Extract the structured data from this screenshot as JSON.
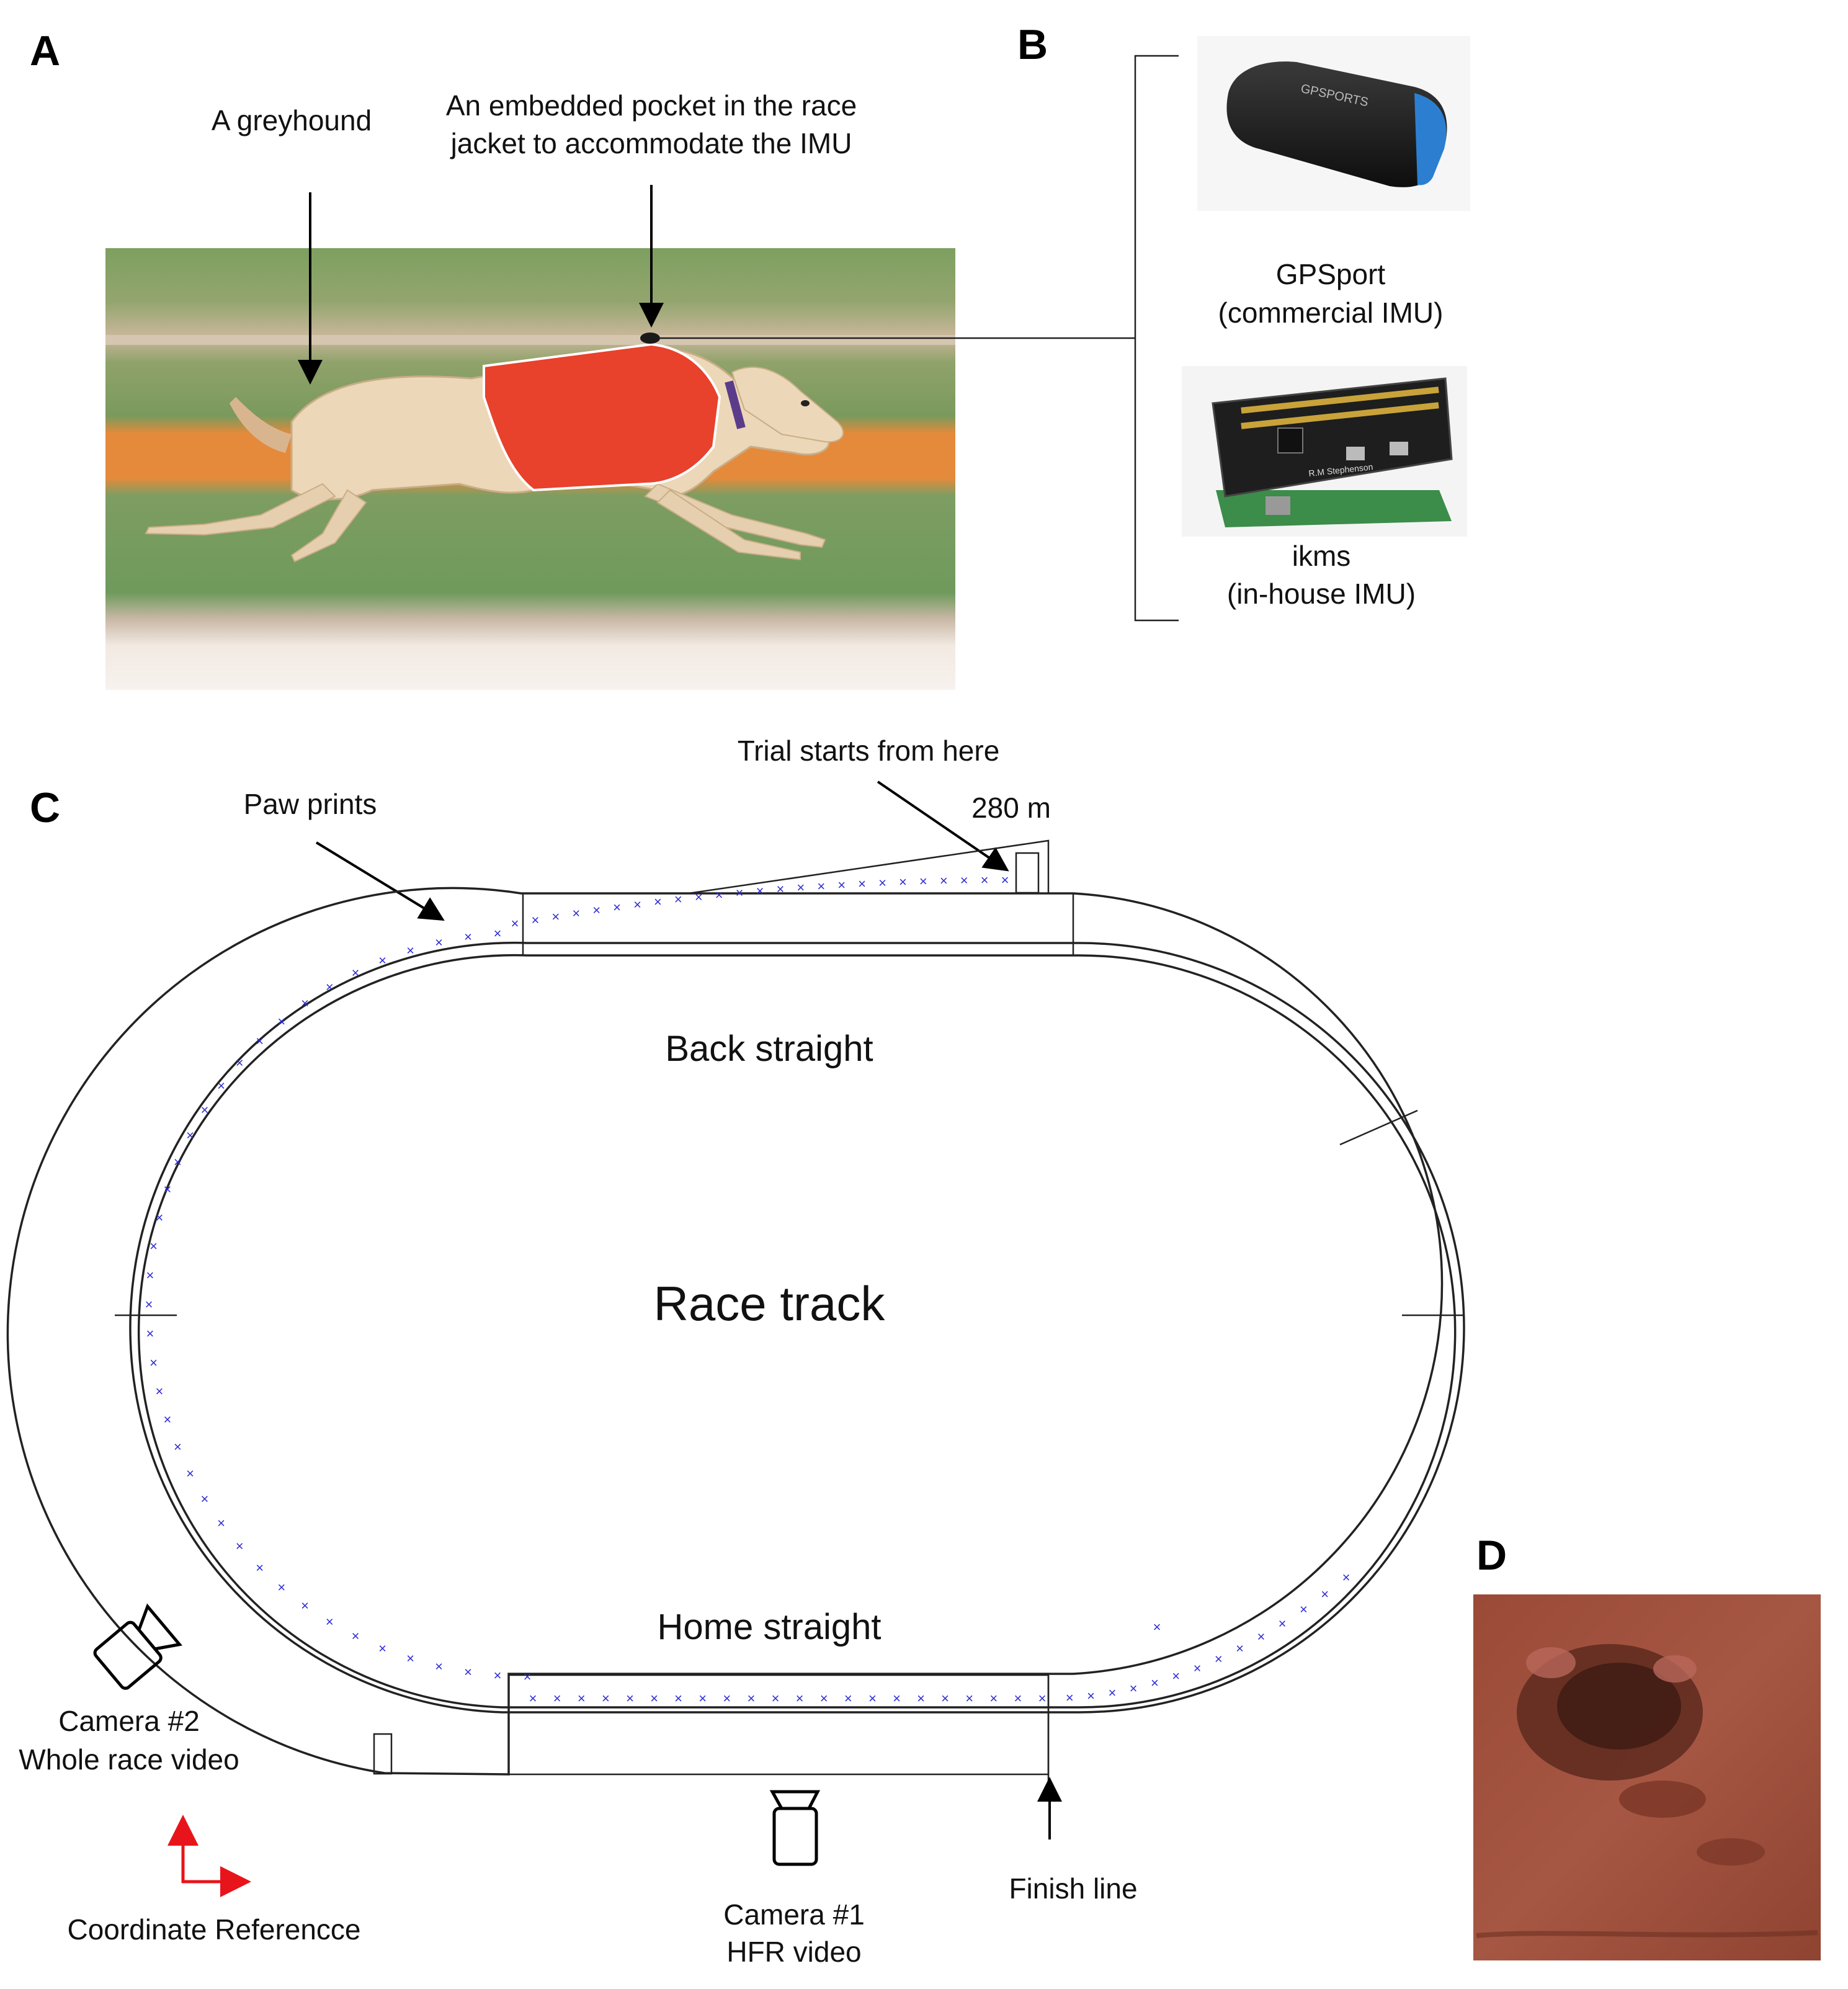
{
  "panels": {
    "a": {
      "letter": "A"
    },
    "b": {
      "letter": "B"
    },
    "c": {
      "letter": "C"
    },
    "d": {
      "letter": "D"
    }
  },
  "panel_a": {
    "greyhound_label": "A greyhound",
    "pocket_label_line1": "An embedded pocket in the race",
    "pocket_label_line2": "jacket to accommodate the IMU",
    "jacket_color": "#e8412c",
    "turf_color": "#6f9a5c",
    "rail_color": "#e07a2c"
  },
  "panel_b": {
    "devices": [
      {
        "name": "GPSport",
        "desc": "(commercial IMU)",
        "icon": "gpsport-device-photo",
        "logo": "GPSPORTS"
      },
      {
        "name": "ikms",
        "desc": "(in-house IMU)",
        "icon": "ikms-circuit-board-photo",
        "board_text": "R.M Stephenson"
      }
    ]
  },
  "panel_c": {
    "trial_start_label": "Trial starts from here",
    "distance_label": "280 m",
    "paw_prints_label": "Paw prints",
    "back_straight_label": "Back straight",
    "race_track_label": "Race track",
    "home_straight_label": "Home straight",
    "camera2_line1": "Camera #2",
    "camera2_line2": "Whole race video",
    "camera1_line1": "Camera #1",
    "camera1_line2": "HFR video",
    "finish_label": "Finish line",
    "coord_label": "Coordinate Referencce",
    "paw_color": "#2b2bd6",
    "axis_color": "#e8141b"
  },
  "panel_d": {
    "icon": "paw-print-in-sand-photo",
    "sand_color": "#a4503a"
  }
}
